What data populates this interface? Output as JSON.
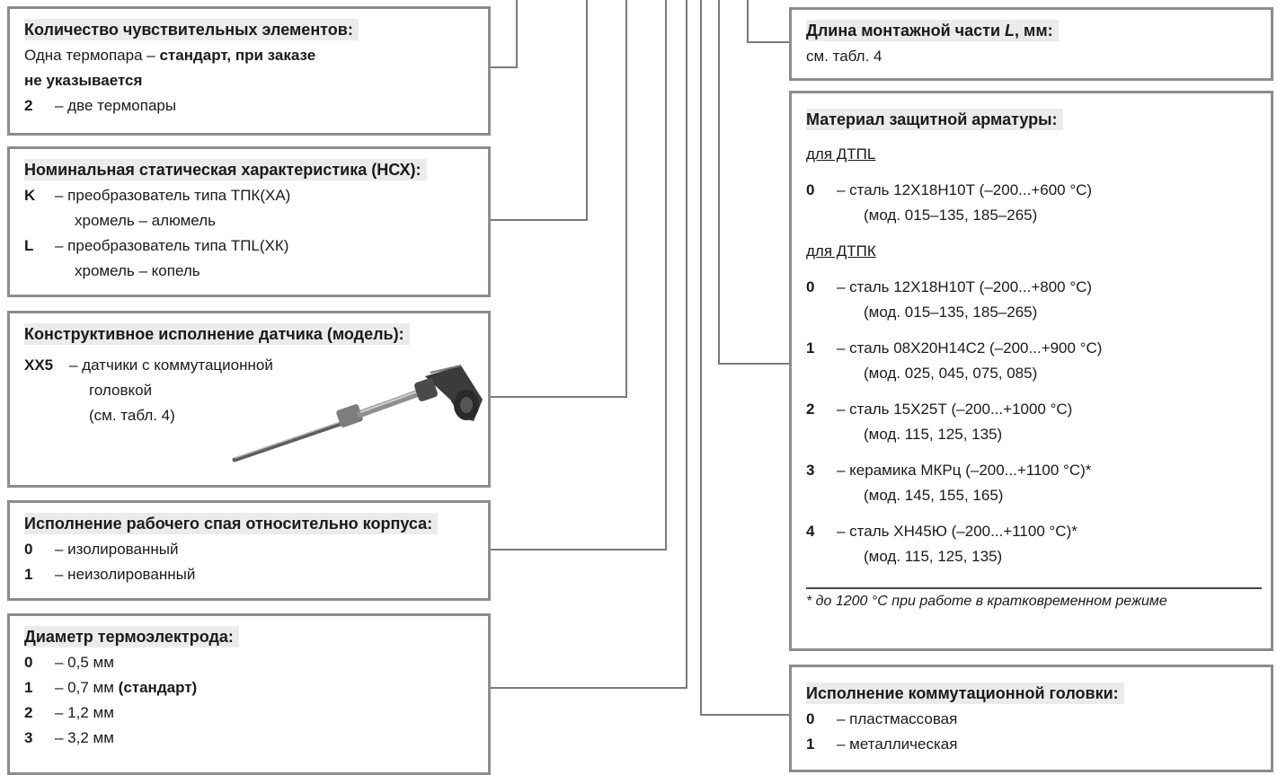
{
  "left": [
    {
      "title": "Количество чувствительных  элементов:",
      "lines": [
        {
          "plain": "Одна термопара – ",
          "bold": "стандарт, при заказе"
        },
        {
          "bold_only": "не указывается"
        }
      ],
      "items": [
        {
          "code": "2",
          "text": "– две термопары"
        }
      ]
    },
    {
      "title": "Номинальная статическая характеристика (НСХ):",
      "items": [
        {
          "code": "K",
          "text": "– преобразователь типа ТПК(ХА)",
          "cont": "хромель – алюмель"
        },
        {
          "code": "L",
          "text": "– преобразователь типа ТПL(ХК)",
          "cont": "хромель – копель"
        }
      ]
    },
    {
      "title": "Конструктивное исполнение датчика (модель):",
      "items": [
        {
          "code": "ХХ5",
          "text": "– датчики с коммутационной",
          "cont": "головкой",
          "cont2": "(см. табл. 4)"
        }
      ]
    },
    {
      "title": "Исполнение рабочего спая относительно корпуса:",
      "items": [
        {
          "code": "0",
          "text": "– изолированный"
        },
        {
          "code": "1",
          "text": "– неизолированный"
        }
      ]
    },
    {
      "title": "Диаметр термоэлектрода:",
      "items": [
        {
          "code": "0",
          "text": "– 0,5 мм"
        },
        {
          "code": "1",
          "text": "– 0,7 мм",
          "bold_suffix": "(стандарт)"
        },
        {
          "code": "2",
          "text": "– 1,2 мм"
        },
        {
          "code": "3",
          "text": "– 3,2 мм"
        }
      ]
    }
  ],
  "right": [
    {
      "title": "Длина монтажной части L, мм:",
      "plain": "см. табл. 4"
    },
    {
      "title": "Материал защитной арматуры:",
      "groups": [
        {
          "subheading": "для ДТПL",
          "items": [
            {
              "code": "0",
              "text": "– сталь 12Х18Н10Т (–200...+600 °С)",
              "cont": "(мод. 015–135, 185–265)"
            }
          ]
        },
        {
          "subheading": "для ДТПК",
          "items": [
            {
              "code": "0",
              "text": "– сталь 12Х18Н10Т (–200...+800 °С)",
              "cont": "(мод. 015–135, 185–265)"
            },
            {
              "code": "1",
              "text": "– сталь 08Х20Н14С2 (–200...+900 °С)",
              "cont": "(мод. 025, 045, 075, 085)"
            },
            {
              "code": "2",
              "text": "– сталь 15Х25Т (–200...+1000 °С)",
              "cont": "(мод. 115, 125, 135)"
            },
            {
              "code": "3",
              "text": "– керамика МКРц (–200...+1100 °С)*",
              "cont": "(мод. 145, 155, 165)"
            },
            {
              "code": "4",
              "text": "– сталь ХН45Ю (–200...+1100 °С)*",
              "cont": "(мод. 115, 125, 135)"
            }
          ]
        }
      ],
      "footnote": "* до 1200 °С при работе в кратковременном режиме"
    },
    {
      "title": "Исполнение коммутационной головки:",
      "items": [
        {
          "code": "0",
          "text": "– пластмассовая"
        },
        {
          "code": "1",
          "text": "– металлическая"
        }
      ]
    }
  ],
  "colors": {
    "border": "#8c8c8c",
    "title_bg": "#ebebeb",
    "line": "#7a7a7a",
    "text": "#1a1a1a"
  },
  "image": {
    "icon": "thermocouple-sensor-icon"
  }
}
